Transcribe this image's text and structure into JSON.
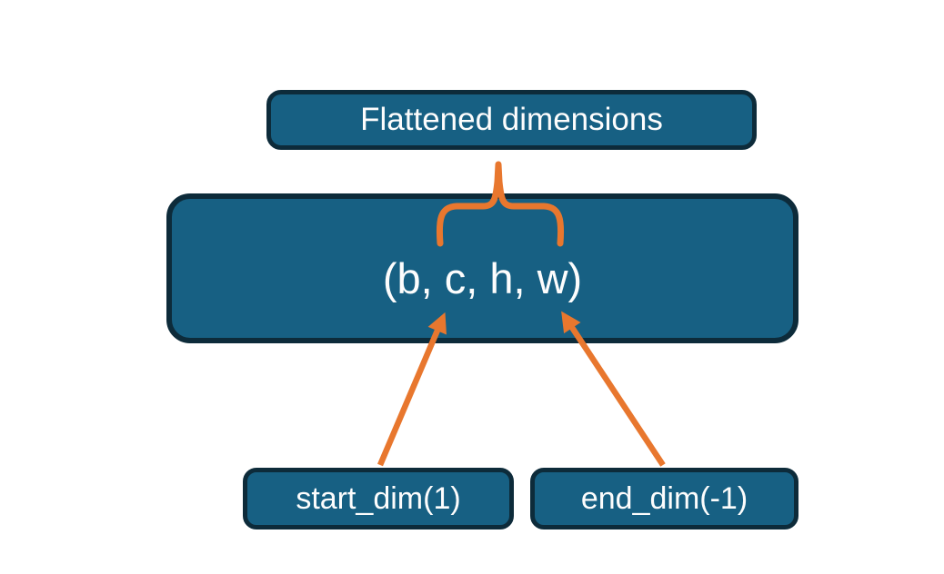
{
  "colors": {
    "background": "#ffffff",
    "box_fill": "#176083",
    "box_border": "#0d2b3a",
    "arrow_orange": "#e8772e",
    "text_white": "#fdfdfd"
  },
  "boxes": {
    "flattened": {
      "label": "Flattened dimensions"
    },
    "tensor": {
      "label": "(b, c, h, w)"
    },
    "start_dim": {
      "label": "start_dim(1)"
    },
    "end_dim": {
      "label": "end_dim(-1)"
    }
  }
}
